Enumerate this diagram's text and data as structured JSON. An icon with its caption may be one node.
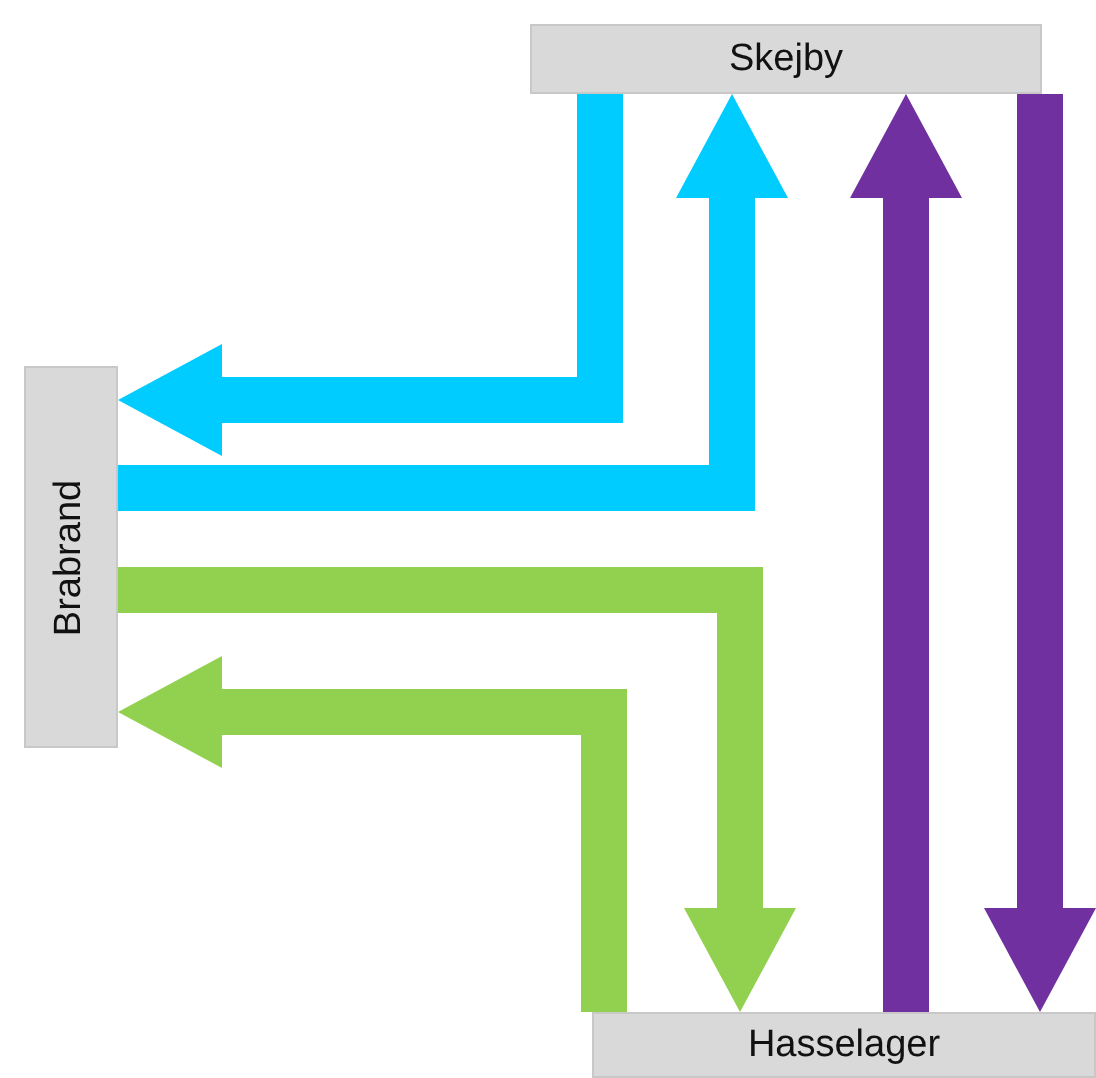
{
  "diagram": {
    "nodes": [
      {
        "text": [
          "Skejby"
        ]
      },
      {
        "text": [
          "Brabrand"
        ]
      },
      {
        "text": [
          "Hasselager"
        ]
      }
    ],
    "edges": [
      {
        "from": 0,
        "to": 1,
        "arrow": "to",
        "color": "#00ccff"
      },
      {
        "from": 1,
        "to": 0,
        "arrow": "to",
        "color": "#00ccff"
      },
      {
        "from": 1,
        "to": 2,
        "arrow": "to",
        "color": "#92d050"
      },
      {
        "from": 2,
        "to": 1,
        "arrow": "to",
        "color": "#92d050"
      },
      {
        "from": 2,
        "to": 0,
        "arrow": "to",
        "color": "#7030a0"
      },
      {
        "from": 0,
        "to": 2,
        "arrow": "to",
        "color": "#7030a0"
      }
    ]
  }
}
